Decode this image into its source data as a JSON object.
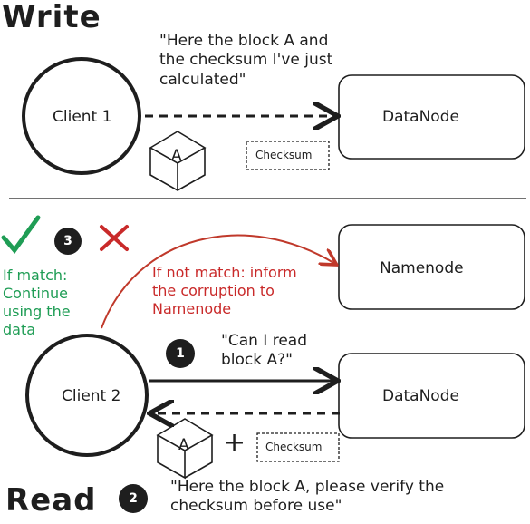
{
  "write_section": {
    "title": "Write",
    "quote": "\"Here the block A and\nthe checksum I've just\ncalculated\"",
    "client_label": "Client 1",
    "datanode_label": "DataNode",
    "block_label": "A",
    "checksum_label": "Checksum"
  },
  "read_section": {
    "title": "Read",
    "client_label": "Client 2",
    "namenode_label": "Namenode",
    "datanode_label": "DataNode",
    "block_label": "A",
    "checksum_label": "Checksum",
    "plus_sign": "+",
    "step1": {
      "number": "1",
      "text": "\"Can I read\nblock A?\""
    },
    "step2": {
      "number": "2",
      "text": "\"Here the block A, please verify the\nchecksum before use\""
    },
    "step3": {
      "number": "3"
    },
    "match_text": "If match:\nContinue\nusing the\ndata",
    "not_match_text": "If not match: inform\nthe corruption to\nNamenode"
  },
  "colors": {
    "ink": "#1e1e1e",
    "green": "#1f9d55",
    "red": "#c92a2a",
    "curve": "#c0392b"
  }
}
